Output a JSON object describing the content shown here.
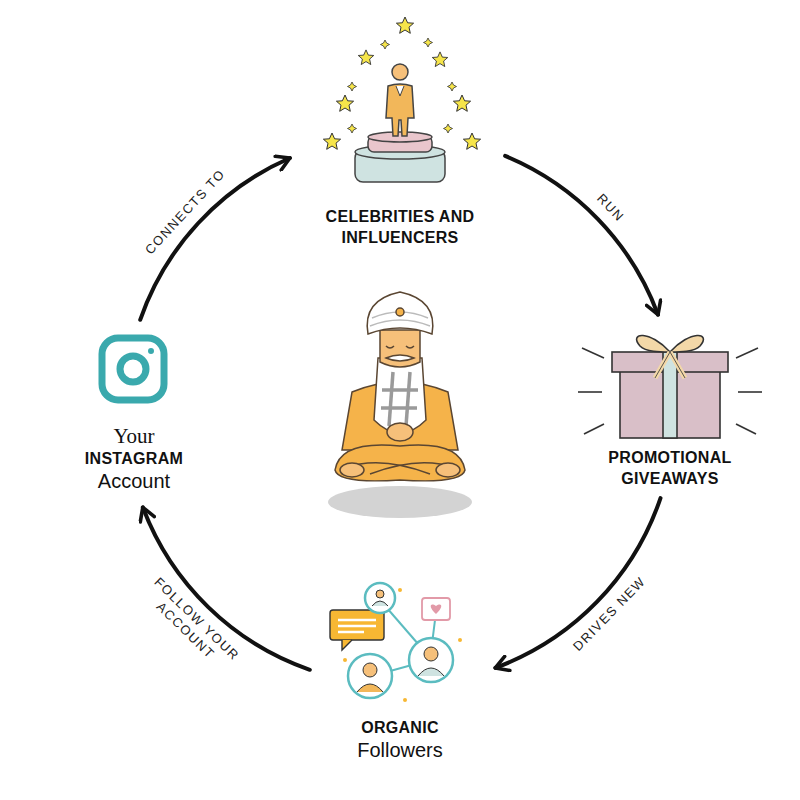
{
  "diagram": {
    "nodes": [
      {
        "text": [
          "CELEBRITIES AND INFLUENCERS"
        ]
      },
      {
        "text": [
          "PROMOTIONAL GIVEAWAYS"
        ]
      },
      {
        "text": [
          "ORGANIC",
          "Followers"
        ]
      },
      {
        "text": [
          "Your",
          "INSTAGRAM",
          "Account"
        ]
      }
    ],
    "edges": [
      {
        "from": 3,
        "to": 0,
        "label": "CONNECTS TO",
        "arrow": "to"
      },
      {
        "from": 0,
        "to": 1,
        "label": "RUN",
        "arrow": "to"
      },
      {
        "from": 1,
        "to": 2,
        "label": "DRIVES NEW",
        "arrow": "to"
      },
      {
        "from": 2,
        "to": 3,
        "label": "FOLLOW YOUR ACCOUNT",
        "arrow": "to"
      }
    ]
  }
}
